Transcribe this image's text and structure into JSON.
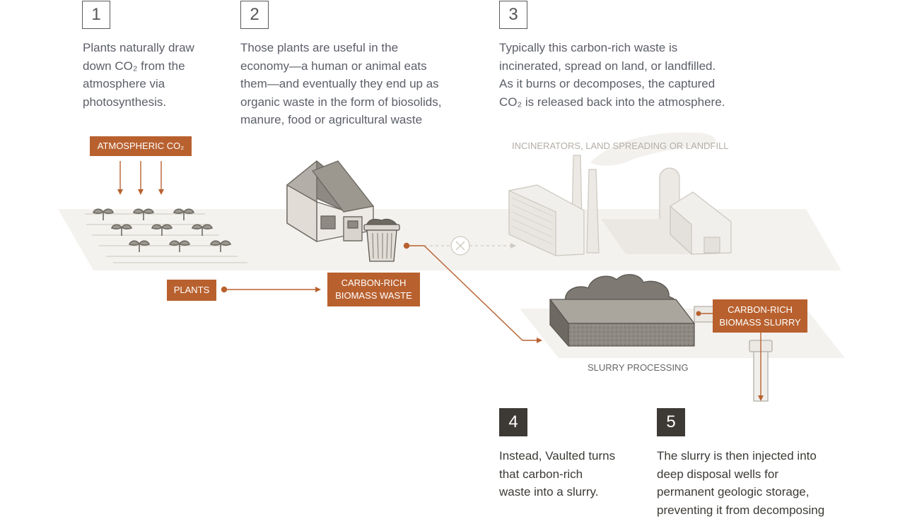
{
  "steps": [
    {
      "number": "1",
      "text": "Plants naturally draw\ndown CO₂ from the\natmosphere via\nphotosynthesis."
    },
    {
      "number": "2",
      "text": "Those plants are useful in the\neconomy—a human or animal eats\nthem—and eventually they end up as\norganic waste in the form of biosolids,\nmanure, food or agricultural waste"
    },
    {
      "number": "3",
      "text": "Typically this carbon-rich waste is\nincinerated, spread on land, or landfilled.\nAs it burns or decomposes, the captured\nCO₂ is released back into the atmosphere."
    },
    {
      "number": "4",
      "text": "Instead, Vaulted turns\nthat carbon-rich\nwaste into a slurry."
    },
    {
      "number": "5",
      "text": "The slurry is then injected into\ndeep disposal wells for\npermanent geologic storage,\npreventing it from decomposing"
    }
  ],
  "labels": {
    "atmospheric_co2": "ATMOSPHERIC CO₂",
    "plants": "PLANTS",
    "biomass_waste": "CARBON-RICH\nBIOMASS WASTE",
    "biomass_slurry": "CARBON-RICH\nBIOMASS SLURRY",
    "incinerators": "INCINERATORS, LAND SPREADING OR LANDFILL",
    "slurry_processing": "SLURRY PROCESSING"
  },
  "colors": {
    "accent": "#b8612f",
    "ground": "#f4f2ef",
    "text": "#5c5f68",
    "dark": "#3d3a36"
  }
}
